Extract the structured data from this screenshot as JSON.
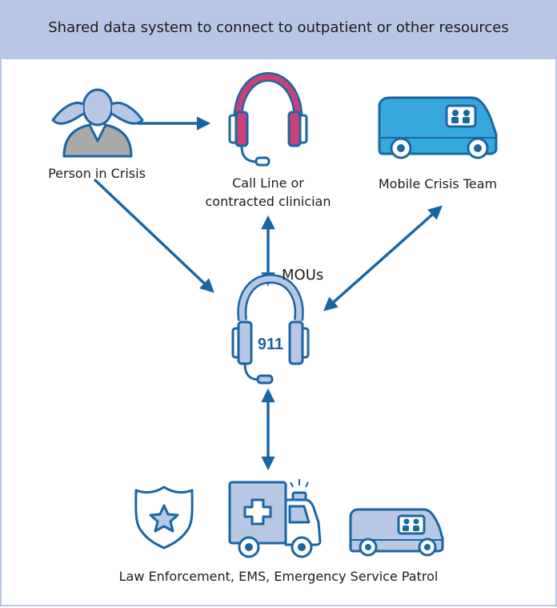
{
  "header": {
    "title": "Shared data system to connect to outpatient or other resources"
  },
  "nodes": {
    "person": {
      "label": "Person in Crisis",
      "icon": "person-in-crisis-icon"
    },
    "call_line": {
      "label_line1": "Call Line or",
      "label_line2": "contracted clinician",
      "icon": "headset-icon"
    },
    "mobile_team": {
      "label": "Mobile Crisis Team",
      "icon": "van-icon"
    },
    "dispatch": {
      "number": "911",
      "icon": "911-headset-icon"
    },
    "responders": {
      "label": "Law Enforcement, EMS, Emergency Service Patrol",
      "icons": [
        "police-badge-icon",
        "ambulance-icon",
        "van-icon"
      ]
    }
  },
  "edges": {
    "mous_label": "MOUs"
  },
  "colors": {
    "header_bg": "#b8c8e4",
    "arrow": "#1a66a3",
    "outline": "#1a66a3",
    "headset_pink": "#c9407a",
    "van_teal": "#37a8dc",
    "light_blue": "#b8c8e4",
    "person_gray": "#a9a9a9"
  }
}
